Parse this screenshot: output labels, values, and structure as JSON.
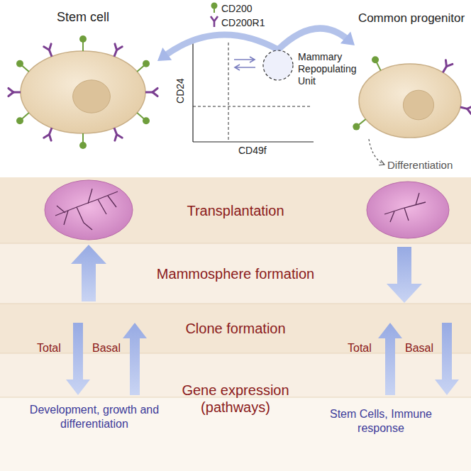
{
  "diagram": {
    "nodes": [
      {
        "text": [
          "Stem cell"
        ]
      },
      {
        "text": [
          "Common progenitor"
        ]
      },
      {
        "text": [
          "Mammary Repopulating Unit"
        ]
      },
      {
        "text": [
          "Transplantation"
        ]
      },
      {
        "text": [
          "Mammosphere formation"
        ]
      },
      {
        "text": [
          "Clone formation"
        ]
      },
      {
        "text": [
          "Gene expression (pathways)"
        ]
      }
    ],
    "edges": [
      {
        "from": 2,
        "to": 0,
        "arrow": "to"
      },
      {
        "from": 2,
        "to": 1,
        "arrow": "to"
      }
    ],
    "labels": [
      "CD24",
      "CD49f",
      "Differentiation",
      "Total",
      "Basal",
      "Total",
      "Basal",
      "Development, growth and differentiation",
      "Stem Cells, Immune response"
    ],
    "legend": [
      {
        "text": "CD200"
      },
      {
        "text": "CD200R1"
      }
    ]
  }
}
